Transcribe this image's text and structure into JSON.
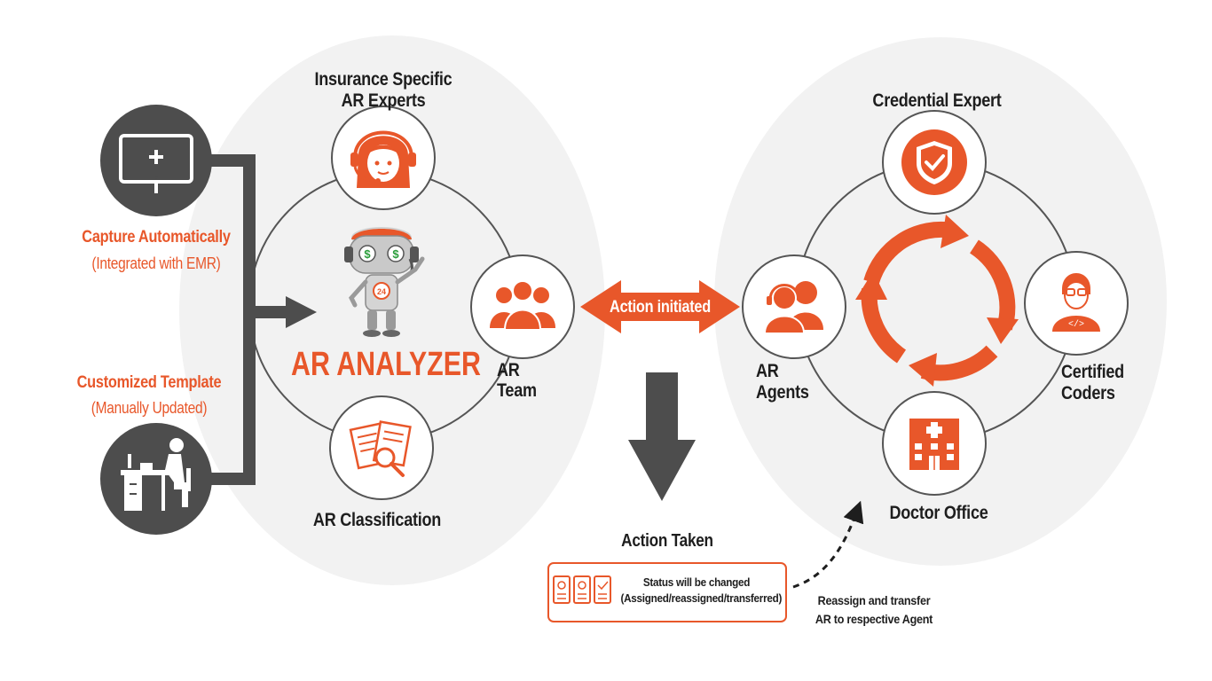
{
  "colors": {
    "accent": "#e8572a",
    "dark_icon": "#4d4d4d",
    "ellipse": "#f2f2f2",
    "text_dark": "#1e1e1e"
  },
  "inputs": {
    "capture_title": "Capture Automatically",
    "capture_sub": "(Integrated with EMR)",
    "template_title": "Customized Template",
    "template_sub": "(Manually Updated)"
  },
  "left_cluster": {
    "experts_line1": "Insurance Specific",
    "experts_line2": "AR Experts",
    "analyzer_label": "AR ANALYZER",
    "team_line1": "AR",
    "team_line2": "Team",
    "classification_label": "AR Classification"
  },
  "center": {
    "action_initiated": "Action initiated",
    "action_taken": "Action Taken",
    "status_line1": "Status will be changed",
    "status_line2": "(Assigned/reassigned/transferred)",
    "reassign_line1": "Reassign and transfer",
    "reassign_line2": "AR to respective Agent"
  },
  "right_cluster": {
    "credential_label": "Credential Expert",
    "agents_line1": "AR",
    "agents_line2": "Agents",
    "coders_line1": "Certified",
    "coders_line2": "Coders",
    "doctor_label": "Doctor Office"
  }
}
